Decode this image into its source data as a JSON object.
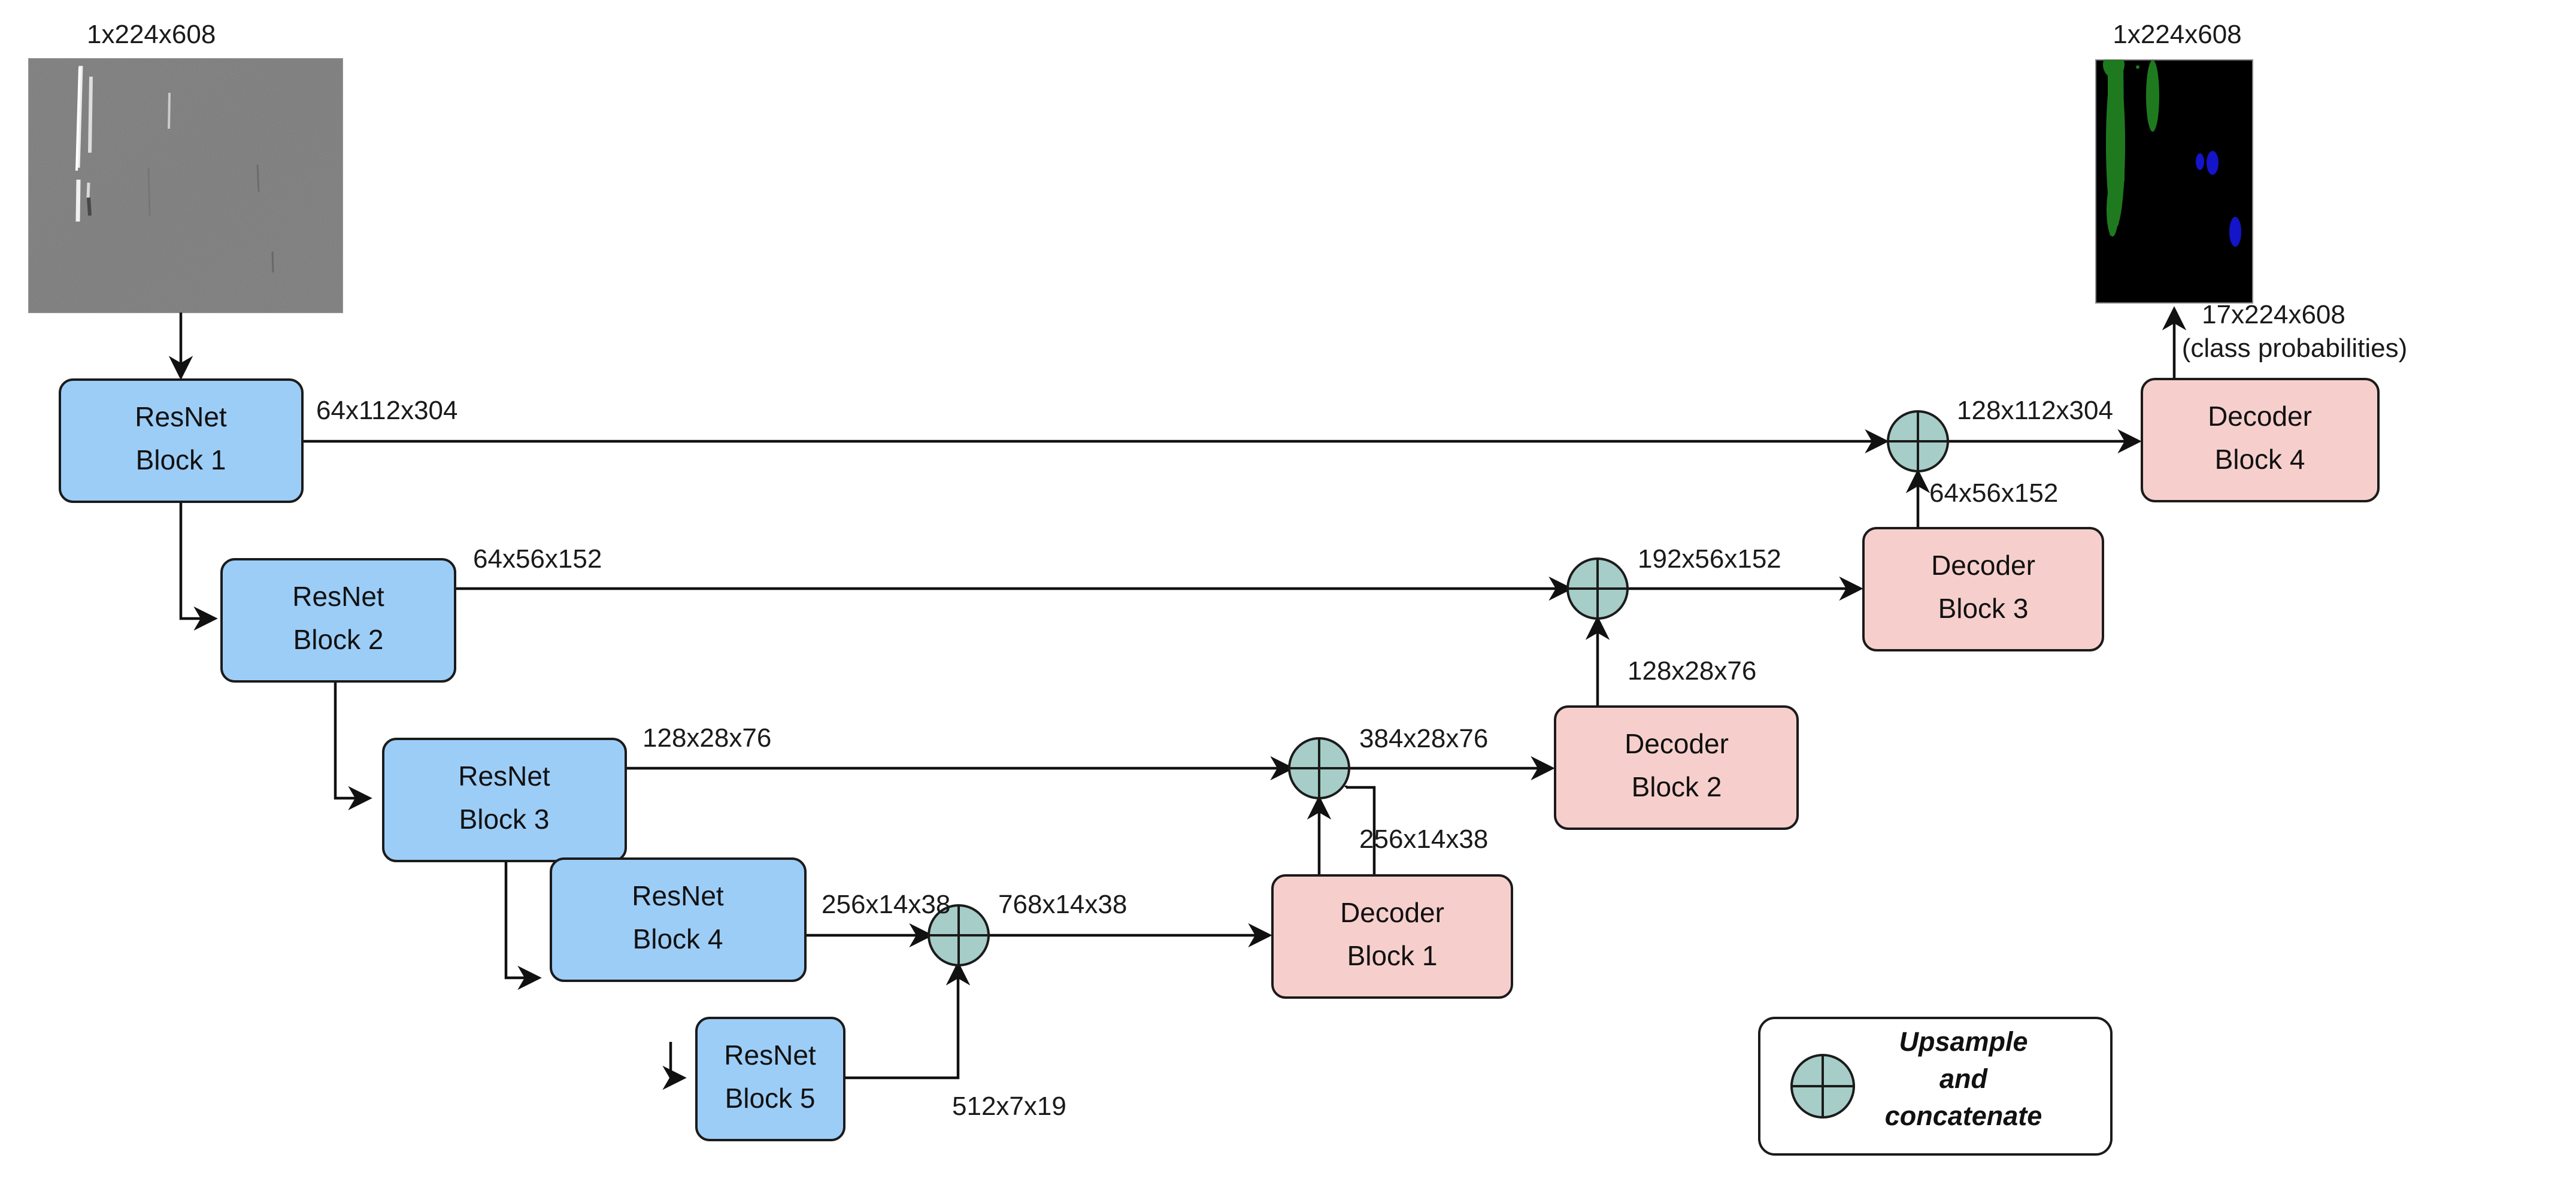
{
  "figure": {
    "type": "neural-network-architecture-diagram",
    "title": "ResNet encoder / decoder U-Net segmentation architecture"
  },
  "input": {
    "label": "1x224x608",
    "kind": "grayscale-input-image",
    "arrow_label": ""
  },
  "output": {
    "label": "1x224x608",
    "secondary_label_line1": "17x224x608",
    "secondary_label_line2": "(class probabilities)",
    "kind": "segmentation-mask-image",
    "mask_colors": {
      "background": "#000000",
      "class_green": "#1f7a1f",
      "class_blue": "#1414c8"
    }
  },
  "encoder": {
    "blocks": [
      {
        "id": "resnet1",
        "line1": "ResNet",
        "line2": "Block 1",
        "out_label": "64x112x304"
      },
      {
        "id": "resnet2",
        "line1": "ResNet",
        "line2": "Block 2",
        "out_label": "64x56x152"
      },
      {
        "id": "resnet3",
        "line1": "ResNet",
        "line2": "Block 3",
        "out_label": "128x28x76"
      },
      {
        "id": "resnet4",
        "line1": "ResNet",
        "line2": "Block 4",
        "out_label": "256x14x38"
      },
      {
        "id": "resnet5",
        "line1": "ResNet",
        "line2": "Block 5",
        "out_label": "512x7x19"
      }
    ]
  },
  "decoder": {
    "blocks": [
      {
        "id": "decoder1",
        "line1": "Decoder",
        "line2": "Block 1",
        "out_label": "256x14x38",
        "in_label": "768x14x38"
      },
      {
        "id": "decoder2",
        "line1": "Decoder",
        "line2": "Block 2",
        "out_label": "128x28x76",
        "in_label": "384x28x76"
      },
      {
        "id": "decoder3",
        "line1": "Decoder",
        "line2": "Block 3",
        "out_label": "64x56x152",
        "in_label": "192x56x152"
      },
      {
        "id": "decoder4",
        "line1": "Decoder",
        "line2": "Block 4",
        "out_label": "17x224x608",
        "in_label": "128x112x304"
      }
    ]
  },
  "legend": {
    "line1": "Upsample",
    "line2": "and",
    "line3": "concatenate"
  },
  "colors": {
    "encoder_fill": "#9CCDF7",
    "decoder_fill": "#F6CFCC",
    "concat_fill": "#A6CDC7",
    "stroke": "#1b1b1b",
    "input_gray": "#7a7a7a"
  }
}
